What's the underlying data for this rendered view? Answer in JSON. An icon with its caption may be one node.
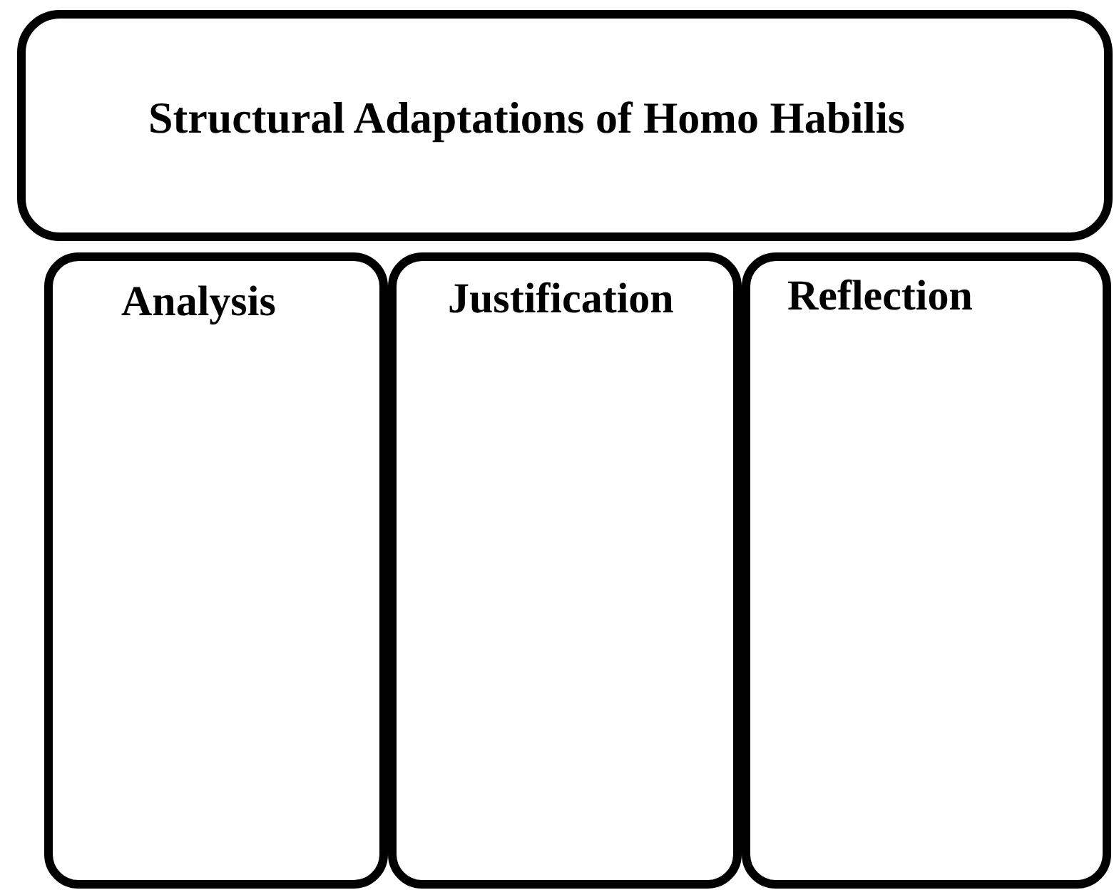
{
  "diagram": {
    "nodes": [
      {
        "text": [
          "Structural Adaptations of Homo Habilis"
        ]
      },
      {
        "text": [
          "Analysis"
        ]
      },
      {
        "text": [
          "Justification"
        ]
      },
      {
        "text": [
          "Reflection"
        ]
      }
    ]
  }
}
